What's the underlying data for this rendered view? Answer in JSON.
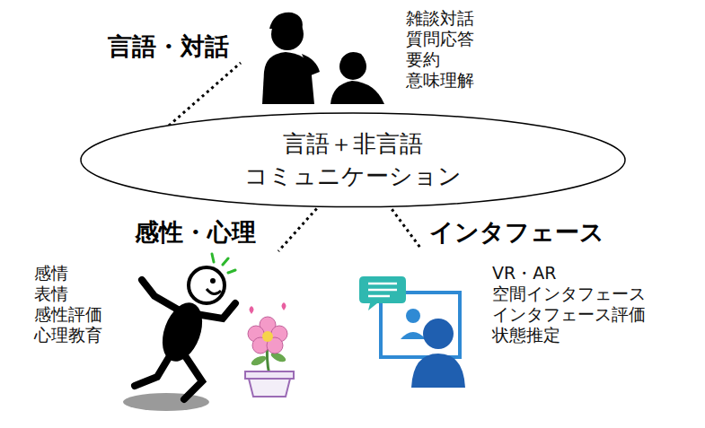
{
  "diagram": {
    "nodes": [
      {
        "text": [
          "言語＋非言語 コミュニケーション"
        ]
      }
    ],
    "labels": [
      "言語・対話",
      "雑談対話",
      "質問応答",
      "要約",
      "意味理解",
      "感性・心理",
      "感情",
      "表情",
      "感性評価",
      "心理教育",
      "インタフェース",
      "VR・AR",
      "空間インタフェース",
      "インタフェース評価",
      "状態推定"
    ]
  }
}
